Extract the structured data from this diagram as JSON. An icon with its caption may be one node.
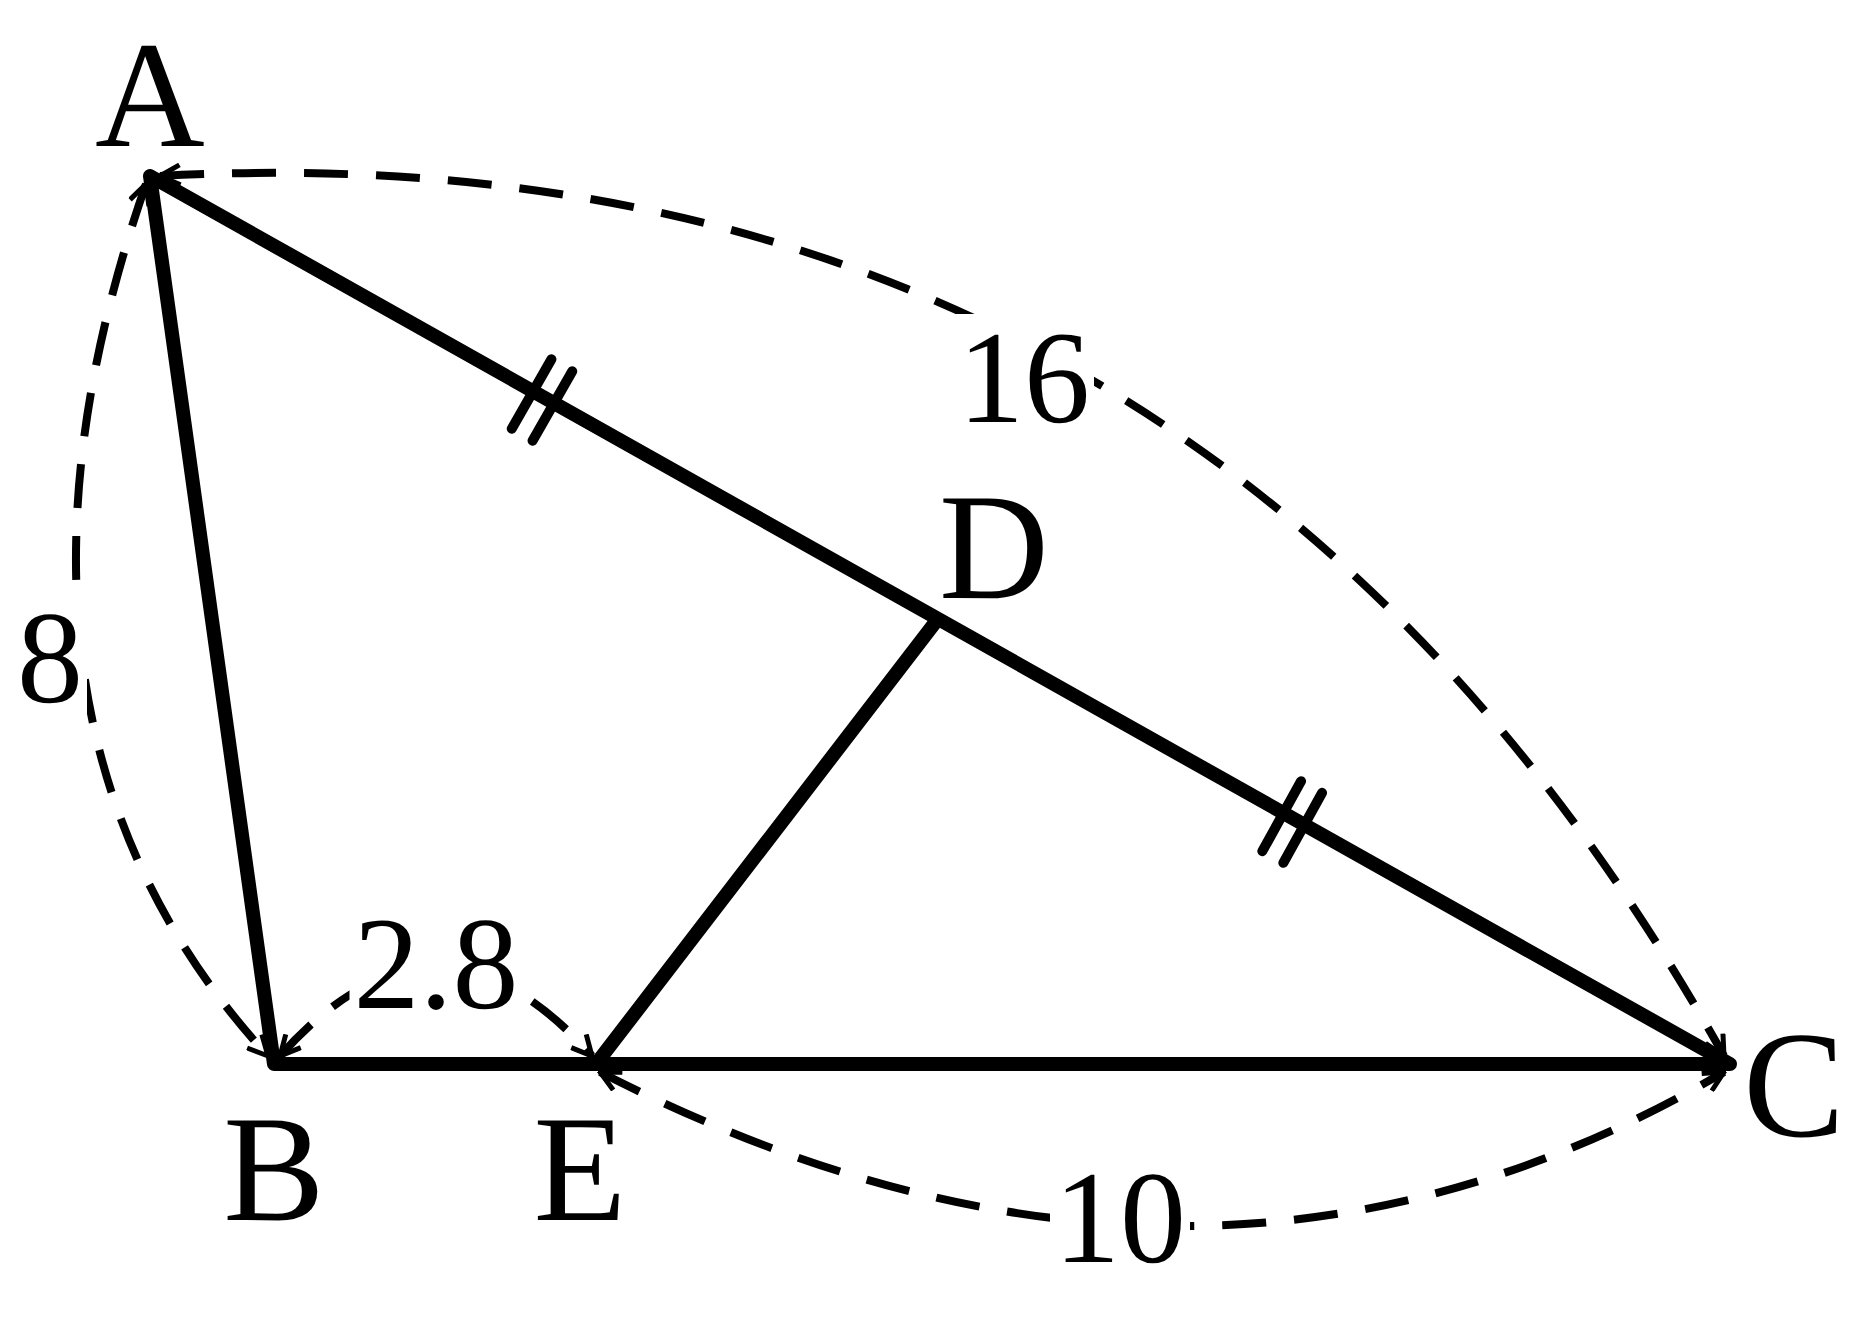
{
  "diagram": {
    "labels": [
      "A",
      "16",
      "D",
      "8",
      "2.8",
      "C",
      "B",
      "E",
      "10"
    ]
  }
}
